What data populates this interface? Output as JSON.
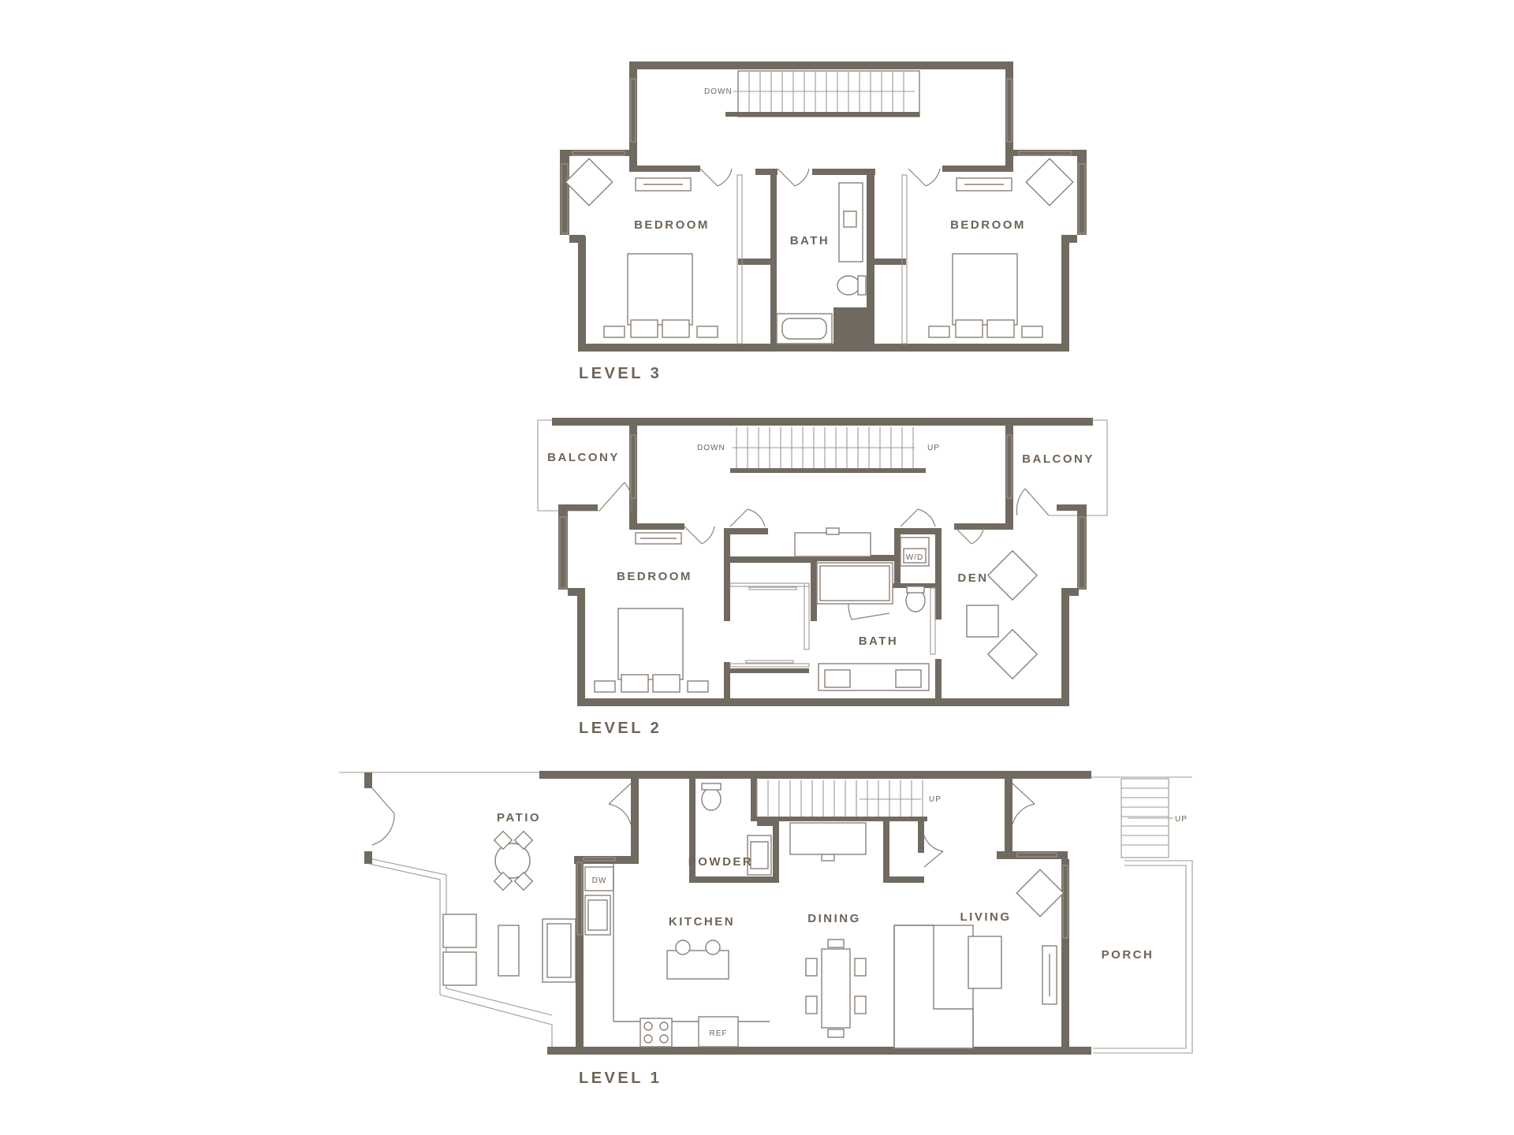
{
  "levels": [
    {
      "id": "level3",
      "title": "LEVEL 3",
      "rooms": [
        "BEDROOM",
        "BATH",
        "BEDROOM"
      ],
      "stair_labels": [
        "DOWN"
      ]
    },
    {
      "id": "level2",
      "title": "LEVEL 2",
      "rooms": [
        "BALCONY",
        "BALCONY",
        "BEDROOM",
        "DEN",
        "BATH"
      ],
      "stair_labels": [
        "DOWN",
        "UP"
      ],
      "fixture_labels": [
        "W/D"
      ]
    },
    {
      "id": "level1",
      "title": "LEVEL 1",
      "rooms": [
        "PATIO",
        "POWDER",
        "KITCHEN",
        "DINING",
        "LIVING",
        "PORCH"
      ],
      "stair_labels": [
        "UP",
        "UP"
      ],
      "fixture_labels": [
        "DW",
        "REF"
      ]
    }
  ],
  "colors": {
    "wall": "#716a60",
    "label": "#6e6357",
    "line": "#8a8178",
    "background": "#ffffff"
  }
}
